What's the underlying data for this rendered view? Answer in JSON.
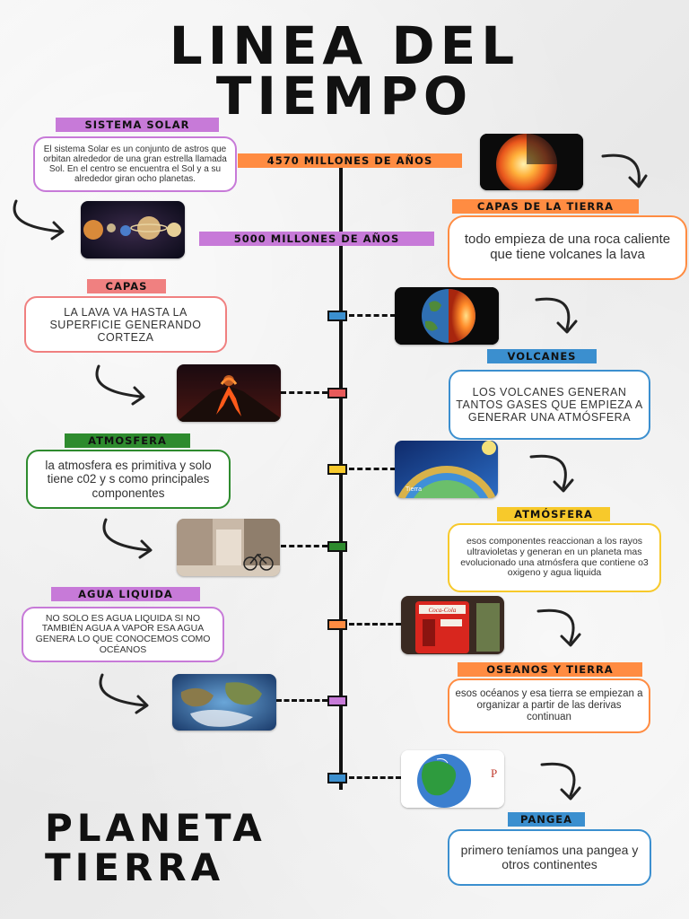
{
  "title_line1": "LINEA DEL",
  "title_line2": "TIEMPO",
  "bottom_line1": "PLANETA",
  "bottom_line2": "TIERRA",
  "colors": {
    "purple": "#c77ad8",
    "orange": "#ff8c42",
    "pink": "#f08080",
    "blue": "#3b8fcf",
    "green": "#2e8b2e",
    "yellow": "#f7c92b",
    "red": "#e85a5a"
  },
  "dates": {
    "d1": "4570 MILLONES DE AÑOS",
    "d2": "5000 MILLONES DE AÑOS"
  },
  "events": {
    "sistema_solar": {
      "label": "SISTEMA SOLAR",
      "text": "El sistema Solar es un conjunto de astros que orbitan alrededor de una gran estrella llamada Sol. En el centro se encuentra el Sol y a su alrededor giran ocho planetas."
    },
    "capas_tierra": {
      "label": "CAPAS DE LA TIERRA",
      "text": "todo empieza de una roca caliente que tiene volcanes la lava"
    },
    "capas": {
      "label": "CAPAS",
      "text": "LA LAVA  VA HASTA LA SUPERFICIE GENERANDO CORTEZA"
    },
    "volcanes": {
      "label": "VOLCANES",
      "text": "LOS VOLCANES GENERAN TANTOS GASES QUE EMPIEZA A GENERAR UNA ATMÓSFERA"
    },
    "atmosfera1": {
      "label": "ATMOSFERA",
      "text": "la atmosfera es primitiva y solo tiene c02 y s como principales componentes"
    },
    "atmosfera2": {
      "label": "ATMÓSFERA",
      "text": "esos componentes reaccionan a los rayos ultravioletas y generan en un planeta mas evolucionado una atmósfera que contiene  o3 oxigeno y agua liquida"
    },
    "agua": {
      "label": "AGUA LIQUIDA",
      "text": "NO SOLO ES AGUA LIQUIDA SI NO TAMBIÉN AGUA A VAPOR ESA AGUA GENERA LO QUE CONOCEMOS COMO OCÉANOS"
    },
    "oceanos": {
      "label": "OSEANOS Y TIERRA",
      "text": "esos océanos y esa tierra se empiezan a organizar a partir de las derivas continuan"
    },
    "pangea": {
      "label": "PANGEA",
      "text": "primero teníamos una pangea y otros continentes"
    }
  },
  "images": {
    "earth_core": "earth-core-image",
    "planets": "solar-system-planets-image",
    "earth_layers": "earth-layers-image",
    "volcano": "volcano-image",
    "atmosphere_diagram": "atmosphere-diagram-image",
    "street": "street-photo-image",
    "vending": "coca-cola-machine-image",
    "earth_ocean": "earth-ocean-image",
    "pangea_map": "pangea-map-image",
    "atmosphere_word": "Tierra",
    "pangea_letter": "P",
    "vending_brand": "Coca-Cola"
  }
}
